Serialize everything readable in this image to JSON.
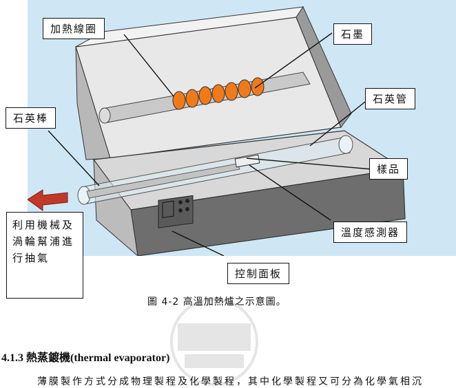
{
  "figure": {
    "labels": {
      "heating_coil": "加熱線圈",
      "quartz_boat": "石墨",
      "quartz_rod": "石英棒",
      "quartz_tube": "石英管",
      "sample": "樣品",
      "temperature_sensor": "溫度感測器",
      "control_panel": "控制面板",
      "pump_note": "利用機械及渦輪幫浦進行抽氣"
    },
    "colors": {
      "background": "#cfe7f4",
      "furnace_light": "#e6e6e6",
      "furnace_dark": "#7d7d7d",
      "coil": "#f07a1a",
      "arrow": "#c0392b"
    }
  },
  "caption": "圖 4-2 高溫加熱爐之示意圖。",
  "section_heading": "4.1.3 熱蒸鍍機(thermal evaporator)",
  "body_text": "薄膜製作方式分成物理製程及化學製程，其中化學製程又可分為化學氣相沉"
}
